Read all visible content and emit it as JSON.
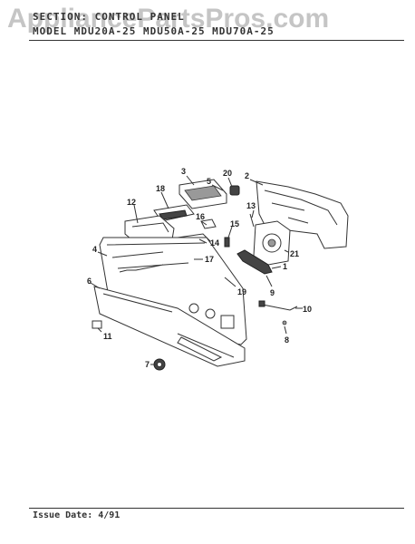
{
  "header": {
    "section_line": "SECTION: CONTROL PANEL",
    "model_line": "MODEL  MDU20A-25  MDU50A-25  MDU70A-25"
  },
  "watermark": "AppliancePartsPros.com",
  "footer": {
    "issue_date": "Issue Date: 4/91"
  },
  "callouts": [
    "1",
    "2",
    "3",
    "4",
    "5",
    "6",
    "7",
    "8",
    "9",
    "10",
    "11",
    "12",
    "13",
    "14",
    "15",
    "16",
    "17",
    "18",
    "19",
    "20",
    "21"
  ]
}
